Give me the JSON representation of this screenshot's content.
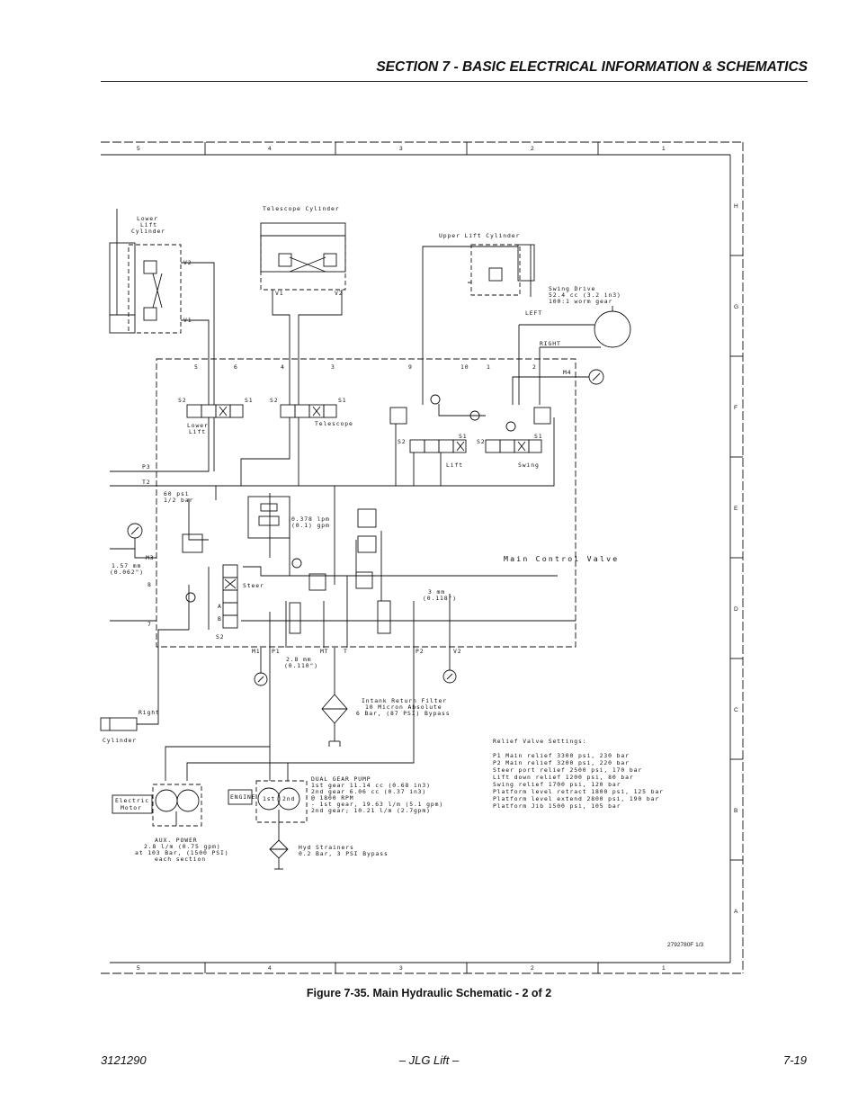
{
  "header": {
    "title": "SECTION 7 - BASIC ELECTRICAL INFORMATION & SCHEMATICS"
  },
  "diagram": {
    "zones_x": [
      "5",
      "4",
      "3",
      "2",
      "1"
    ],
    "zones_y": [
      "H",
      "G",
      "F",
      "E",
      "D",
      "C",
      "B",
      "A"
    ],
    "labels": {
      "lower_lift_cylinder": [
        "Lower",
        "Lift",
        "Cylinder"
      ],
      "telescope_cylinder": "Telescope Cylinder",
      "upper_lift_cylinder": "Upper Lift Cylinder",
      "swing_drive": [
        "Swing Drive",
        "52.4 cc (3.2 in3)",
        "100:1 worm gear"
      ],
      "left": "LEFT",
      "right": "RIGHT",
      "m4": "M4",
      "v2": "V2",
      "v1": "V1",
      "ports_top": [
        "5",
        "6",
        "4",
        "3",
        "9",
        "10",
        "1",
        "2"
      ],
      "s2": "S2",
      "s1": "S1",
      "lower_lift_valve": [
        "Lower",
        "Lift"
      ],
      "telescope_valve": "Telescope",
      "lift_valve": "Lift",
      "swing_valve": "Swing",
      "p3": "P3",
      "t2": "T2",
      "check_60psi": [
        "60 psi",
        "1/2 bar"
      ],
      "flow_0378": [
        "0.378 lpm",
        "(0.1) gpm"
      ],
      "main_control_valve": "Main Control Valve",
      "m3": "M3",
      "orifice_157": [
        "1.57 mm",
        "(0.062\")"
      ],
      "port_8": "8",
      "port_7": "7",
      "steer": "Steer",
      "orifice_3mm": [
        "3 mm",
        "(0.118\")"
      ],
      "a": "A",
      "b": "B",
      "m1": "M1",
      "p1": "P1",
      "mt": "MT",
      "t": "T",
      "p2": "P2",
      "v2b": "V2",
      "orifice_28": [
        "2.8 mm",
        "(0.110\")"
      ],
      "intank_filter": [
        "Intank Return Filter",
        "10 Micron Absolute",
        "6 Bar, (87 PSI) Bypass"
      ],
      "right_cyl": "Right",
      "cylinder": "Cylinder",
      "relief_title": "Relief Valve Settings:",
      "relief_lines": [
        "P1 Main relief 3300 psi, 230 bar",
        "P2 Main relief 3200 psi, 220 bar",
        "Steer port relief 2500 psi, 170 bar",
        "Lift down relief 1200 psi, 80 bar",
        "Swing relief 1700 psi, 120 bar",
        "Platform level retract 1800 psi, 125 bar",
        "Platform level extend 2800 psi, 190 bar",
        "Platform Jib 1500 psi, 105 bar"
      ],
      "electric_motor": [
        "Electric",
        "Motor"
      ],
      "engine": "ENGINE",
      "pump_1st": "1st",
      "pump_2nd": "2nd",
      "dual_gear_pump": [
        "DUAL GEAR PUMP",
        "1st gear 11.14 cc (0.68 in3)",
        "2nd gear  6.06 cc (0.37 in3)",
        "@ 1800 RPM",
        "- 1st gear, 19.63 l/m (5.1 gpm)",
        "2nd gear; 10.21 l/m (2.7gpm)"
      ],
      "aux_power": [
        "AUX. POWER",
        "2.8 l/m (0.75 gpm)",
        "at 103 Bar, (1500 PSI)",
        "each section"
      ],
      "strainers": [
        "Hyd Strainers",
        "0.2 Bar, 3 PSI Bypass"
      ],
      "drawing_number": "2792780F 1/3"
    }
  },
  "caption": "Figure 7-35.  Main Hydraulic Schematic - 2 of 2",
  "footer": {
    "left": "3121290",
    "center": "– JLG Lift –",
    "right": "7-19"
  }
}
